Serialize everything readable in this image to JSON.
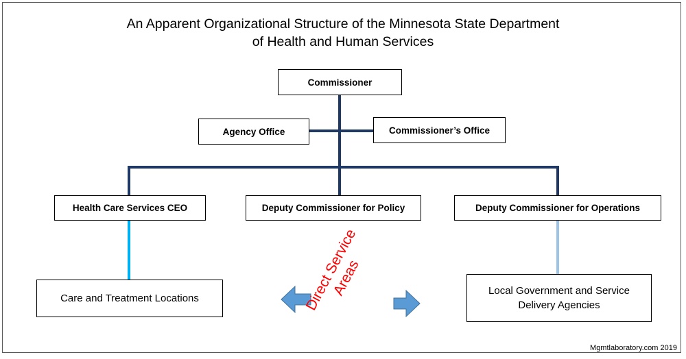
{
  "title": {
    "line1": "An Apparent Organizational Structure of the Minnesota State Department",
    "line2": "of Health and Human Services"
  },
  "nodes": {
    "commissioner": "Commissioner",
    "agency_office": "Agency Office",
    "commissioners_office": "Commissioner’s Office",
    "health_care_ceo": "Health Care Services CEO",
    "deputy_policy": "Deputy Commissioner for Policy",
    "deputy_operations": "Deputy Commissioner for Operations",
    "care_locations": "Care and Treatment Locations",
    "local_government_line1": "Local Government and Service",
    "local_government_line2": "Delivery Agencies"
  },
  "annotation": {
    "line1": "Direct Service",
    "line2": "Areas"
  },
  "credit": "Mgmtlaboratory.com 2019",
  "colors": {
    "connector": "#1f3864",
    "ceo_link": "#00b0f0",
    "operations_link": "#9dc3e6",
    "arrow": "#5b9bd5",
    "annotation": "#ff0000"
  }
}
